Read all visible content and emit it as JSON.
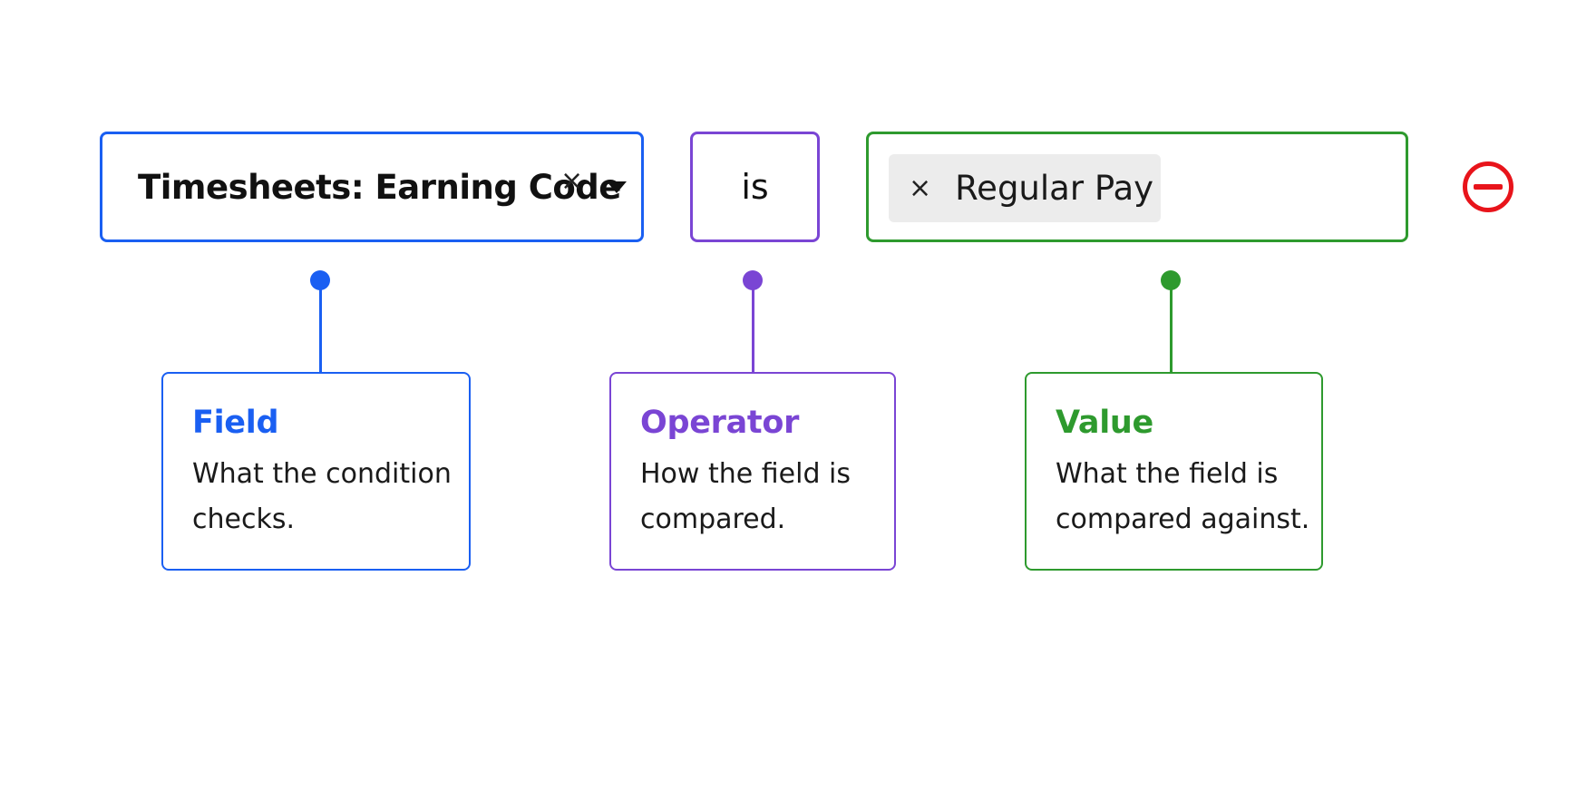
{
  "condition": {
    "field": {
      "label": "Timesheets: Earning Code",
      "clear_icon": "×",
      "dropdown_icon": "caret-down"
    },
    "operator": {
      "label": "is"
    },
    "value": {
      "chip_remove_icon": "×",
      "chip_label": "Regular Pay"
    },
    "remove_icon": "minus-circle"
  },
  "annotations": [
    {
      "title": "Field",
      "description": "What the condition checks.",
      "color": "#1a5ff2"
    },
    {
      "title": "Operator",
      "description": "How the field is compared.",
      "color": "#7a45d4"
    },
    {
      "title": "Value",
      "description": "What the field is compared against.",
      "color": "#2e9a2e"
    }
  ],
  "colors": {
    "field": "#1a5ff2",
    "operator": "#7a45d4",
    "value": "#2e9a2e",
    "remove": "#e8141b",
    "chip_bg": "#ececec"
  }
}
